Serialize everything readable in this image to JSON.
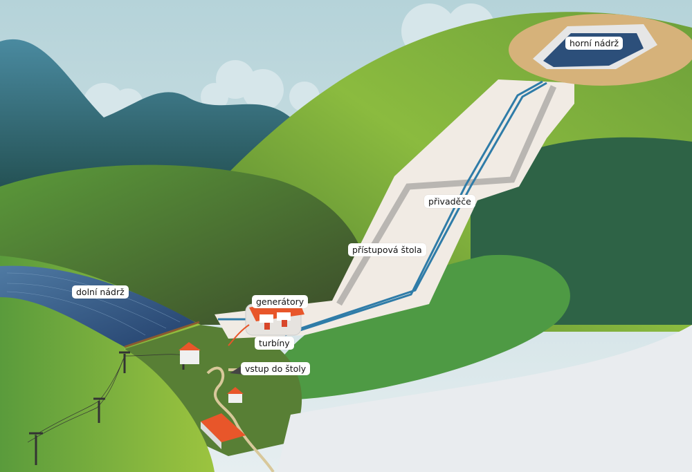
{
  "labels": {
    "upper_reservoir": "horní nádrž",
    "penstocks": "přivaděče",
    "access_tunnel": "přístupová štola",
    "lower_reservoir": "dolní nádrž",
    "generators": "generátory",
    "turbines": "turbíny",
    "tunnel_entrance": "vstup do štoly"
  },
  "colors": {
    "sky": "#c3dce0",
    "hill_light": "#8ab83e",
    "hill_dark": "#2f6a48",
    "water": "#2c4f7a",
    "tunnel": "#f1ebe4",
    "pipe": "#2f7ca8",
    "roof": "#e8562a"
  }
}
